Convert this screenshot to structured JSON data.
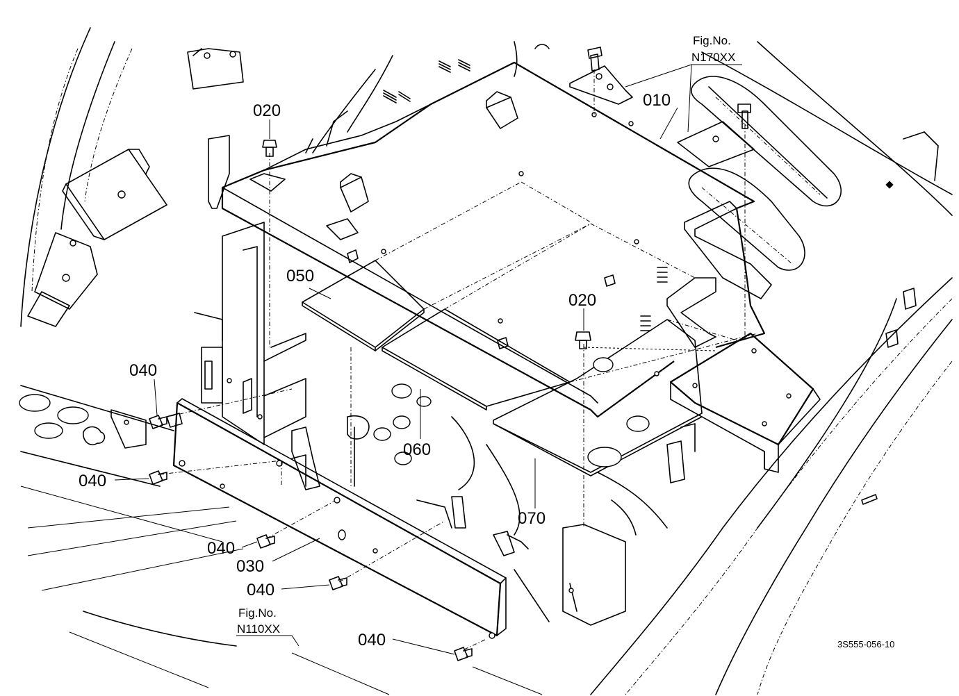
{
  "callouts": {
    "p010": "010",
    "p020a": "020",
    "p020b": "020",
    "p030": "030",
    "p040a": "040",
    "p040b": "040",
    "p040c": "040",
    "p040d": "040",
    "p040e": "040",
    "p050": "050",
    "p060": "060",
    "p070": "070"
  },
  "figure_refs": {
    "top": {
      "label": "Fig.No.",
      "number": "N170XX"
    },
    "bottom": {
      "label": "Fig.No.",
      "number": "N110XX"
    }
  },
  "drawing_code": "3S555-056-10"
}
